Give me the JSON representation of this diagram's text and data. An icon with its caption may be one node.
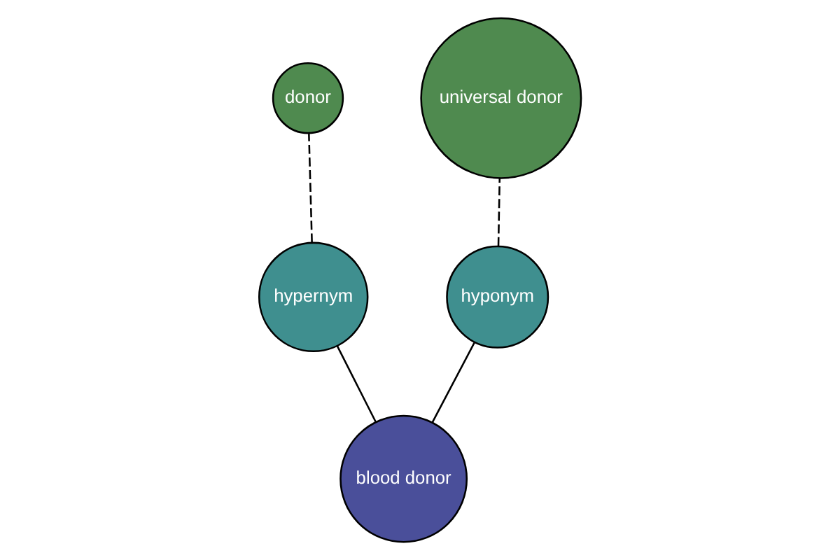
{
  "diagram": {
    "nodes": [
      {
        "text": [
          "donor"
        ]
      },
      {
        "text": [
          "hypernym"
        ]
      },
      {
        "text": [
          "universal donor"
        ]
      },
      {
        "text": [
          "hyponym"
        ]
      },
      {
        "text": [
          "blood donor"
        ]
      }
    ],
    "edges": [
      {
        "from": 4,
        "to": 1,
        "arrow": "none"
      },
      {
        "from": 1,
        "to": 0,
        "arrow": "none",
        "style": "dashed"
      },
      {
        "from": 4,
        "to": 3,
        "arrow": "none"
      },
      {
        "from": 3,
        "to": 2,
        "arrow": "none",
        "style": "dashed"
      }
    ]
  }
}
